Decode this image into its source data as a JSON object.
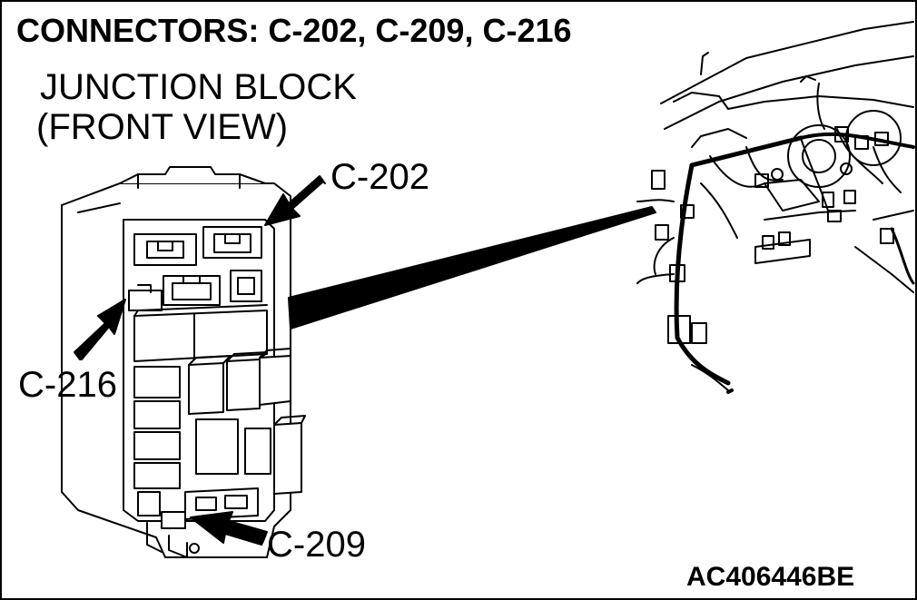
{
  "title": "CONNECTORS: C-202, C-209, C-216",
  "junction_block": {
    "line1": "JUNCTION BLOCK",
    "line2": "(FRONT VIEW)"
  },
  "callouts": {
    "c202": "C-202",
    "c216": "C-216",
    "c209": "C-209"
  },
  "figure_code": "AC406446BE",
  "colors": {
    "line": "#000000",
    "background": "#ffffff"
  }
}
